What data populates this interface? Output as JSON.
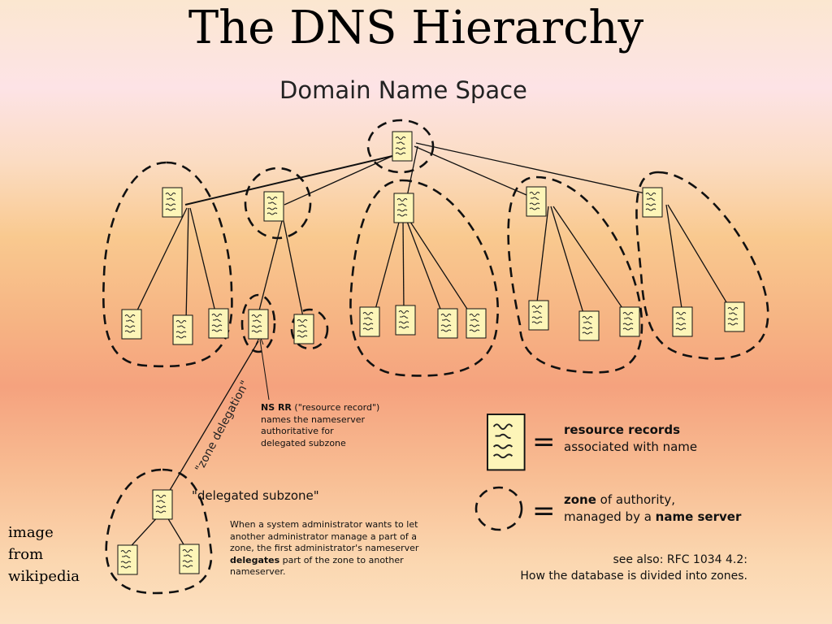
{
  "slide": {
    "title": "The DNS Hierarchy",
    "credit": [
      "image",
      "from",
      "wikipedia"
    ]
  },
  "diagram": {
    "title": "Domain Name Space",
    "zone_delegation_label": "\"zone delegation\"",
    "ns_rr": {
      "bold": "NS RR",
      "lines": [
        "(\"resource record\")",
        "names the nameserver",
        "authoritative for",
        "delegated subzone"
      ]
    },
    "delegated_subzone_label": "\"delegated subzone\"",
    "delegation_text": {
      "before": "When a system administrator wants to let another administrator manage a part of a zone, the first administrator's nameserver ",
      "bold": "delegates",
      "after": " part of the zone to another nameserver."
    },
    "legend": {
      "rr_bold": "resource records",
      "rr_rest": "associated with name",
      "zone_bold": "zone",
      "zone_mid": " of authority,",
      "zone_line2": "managed by a ",
      "zone_bold2": "name server",
      "equals": "="
    },
    "see_also": [
      "see also: RFC 1034 4.2:",
      "How the database is divided into zones."
    ]
  },
  "colors": {
    "record_fill": "#fdf5b8",
    "stroke": "#111111"
  }
}
